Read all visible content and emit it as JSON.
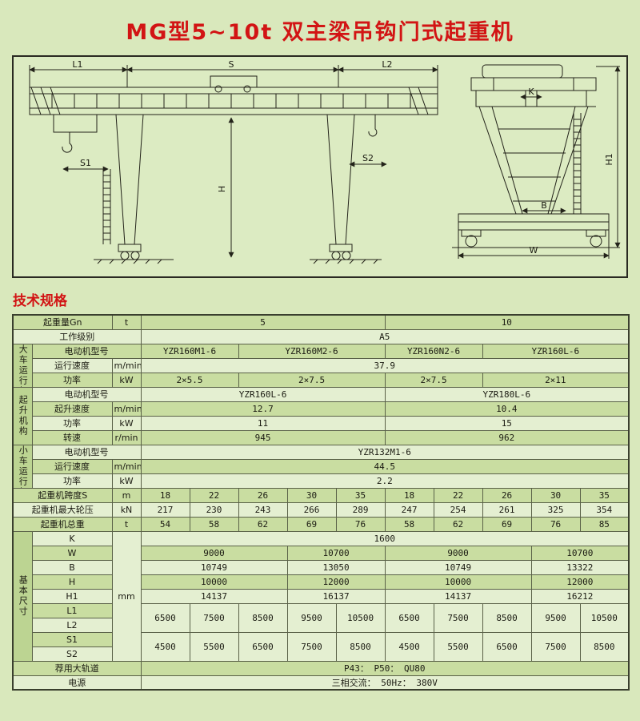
{
  "page": {
    "title": "MG型5~10t 双主梁吊钩门式起重机",
    "section": "技术规格"
  },
  "drawing": {
    "dims": {
      "l1": "L1",
      "s": "S",
      "l2": "L2",
      "s1": "S1",
      "s2": "S2",
      "h": "H",
      "k": "K",
      "h1": "H1",
      "b": "B",
      "w": "W"
    }
  },
  "table": {
    "capacity": {
      "label": "起重量Gn",
      "unit": "t",
      "v1": "5",
      "v2": "10"
    },
    "duty": {
      "label": "工作级别",
      "value": "A5"
    },
    "big_travel": {
      "group": "大车运行机构",
      "motor_label": "电动机型号",
      "motors": [
        "YZR160M1-6",
        "YZR160M2-6",
        "YZR160N2-6",
        "YZR160L-6"
      ],
      "speed_label": "运行速度",
      "speed_unit": "m/min",
      "speed": "37.9",
      "power_label": "功率",
      "power_unit": "kW",
      "powers": [
        "2×5.5",
        "2×7.5",
        "2×7.5",
        "2×11"
      ]
    },
    "hoist": {
      "group": "起升机构",
      "motor_label": "电动机型号",
      "motors": [
        "YZR160L-6",
        "YZR180L-6"
      ],
      "speed_label": "起升速度",
      "speed_unit": "m/min",
      "speeds": [
        "12.7",
        "10.4"
      ],
      "power_label": "功率",
      "power_unit": "kW",
      "powers": [
        "11",
        "15"
      ],
      "rpm_label": "转速",
      "rpm_unit": "r/min",
      "rpms": [
        "945",
        "962"
      ]
    },
    "trolley": {
      "group": "小车运行机构",
      "motor_label": "电动机型号",
      "motor": "YZR132M1-6",
      "speed_label": "运行速度",
      "speed_unit": "m/min",
      "speed": "44.5",
      "power_label": "功率",
      "power_unit": "kW",
      "power": "2.2"
    },
    "span": {
      "label": "起重机跨度S",
      "unit": "m",
      "values": [
        "18",
        "22",
        "26",
        "30",
        "35",
        "18",
        "22",
        "26",
        "30",
        "35"
      ]
    },
    "wheel_load": {
      "label": "起重机最大轮压",
      "unit": "kN",
      "values": [
        "217",
        "230",
        "243",
        "266",
        "289",
        "247",
        "254",
        "261",
        "325",
        "354"
      ]
    },
    "total_weight": {
      "label": "起重机总重",
      "unit": "t",
      "values": [
        "54",
        "58",
        "62",
        "69",
        "76",
        "58",
        "62",
        "69",
        "76",
        "85"
      ]
    },
    "dims": {
      "group": "基本尺寸",
      "unit": "mm",
      "k_label": "K",
      "k": "1600",
      "w_label": "W",
      "w": [
        "9000",
        "10700",
        "9000",
        "10700"
      ],
      "b_label": "B",
      "b": [
        "10749",
        "13050",
        "10749",
        "13322"
      ],
      "h_label": "H",
      "h": [
        "10000",
        "12000",
        "10000",
        "12000"
      ],
      "h1_label": "H1",
      "h1": [
        "14137",
        "16137",
        "14137",
        "16212"
      ],
      "l1_label": "L1",
      "l2_label": "L2",
      "l": [
        "6500",
        "7500",
        "8500",
        "9500",
        "10500",
        "6500",
        "7500",
        "8500",
        "9500",
        "10500"
      ],
      "s1_label": "S1",
      "s2_label": "S2",
      "s": [
        "4500",
        "5500",
        "6500",
        "7500",
        "8500",
        "4500",
        "5500",
        "6500",
        "7500",
        "8500"
      ]
    },
    "rail": {
      "label": "荐用大轨道",
      "value": "P43：  P50：  QU80"
    },
    "power_supply": {
      "label": "电源",
      "value": "三相交流：  50Hz：  380V"
    }
  }
}
